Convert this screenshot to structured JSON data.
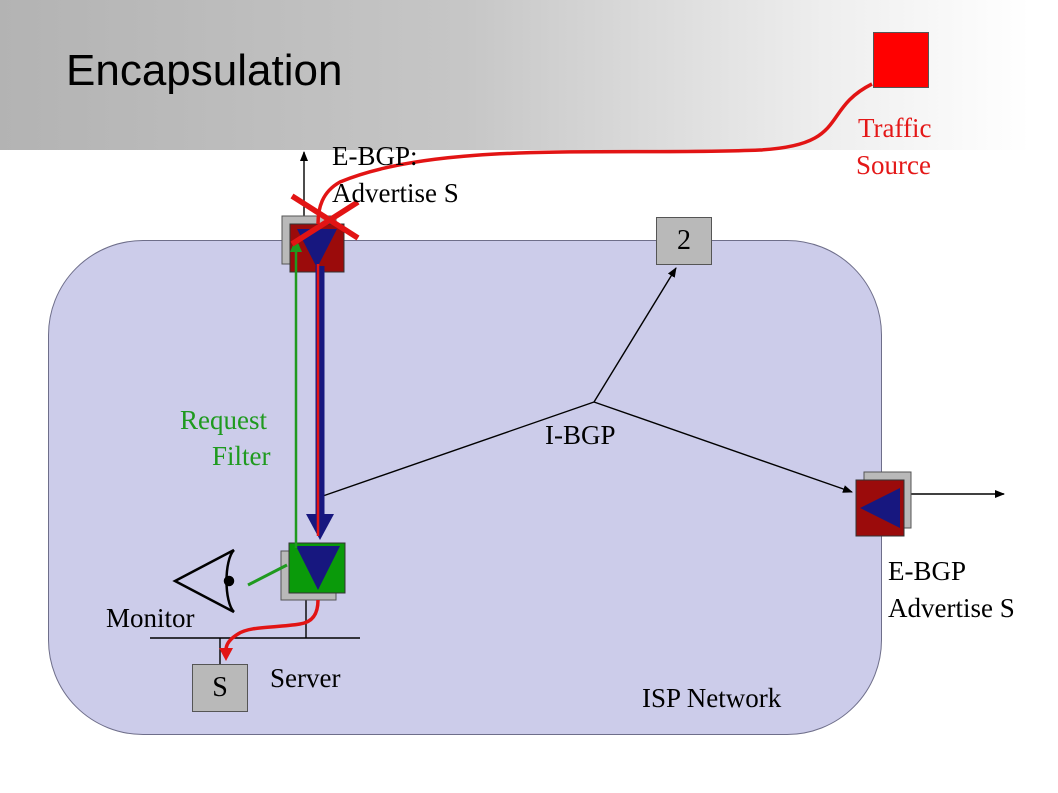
{
  "title": "Encapsulation",
  "labels": {
    "ebgp_top_line1": "E-BGP:",
    "ebgp_top_line2": "Advertise S",
    "traffic_source_line1": "Traffic",
    "traffic_source_line2": "Source",
    "request_line1": "Request",
    "filter_line2": "Filter",
    "ibgp": "I-BGP",
    "ebgp_right_line1": "E-BGP",
    "ebgp_right_line2": "Advertise S",
    "monitor": "Monitor",
    "server": "Server",
    "isp_network": "ISP Network"
  },
  "nodes": {
    "router_2": "2",
    "server_s": "S"
  },
  "colors": {
    "router_dark_red": "#9b0b0b",
    "router_green": "#0a9a0a",
    "triangle_blue": "#17177f",
    "encap_path_red": "#e21414",
    "request_green": "#1f9a1f",
    "traffic_red": "#ff0000",
    "isp_fill": "#ccccea"
  }
}
